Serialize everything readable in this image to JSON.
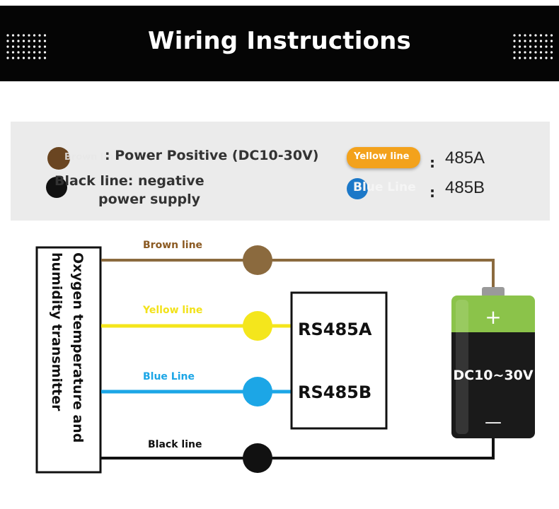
{
  "header": {
    "title": "Wiring Instructions"
  },
  "legend": {
    "brown_pill_text": "Brown lin",
    "brown_desc": ": Power Positive (DC10-30V)",
    "black_desc_line1": "Black line: negative",
    "black_desc_line2": "power supply",
    "yellow_pill": "Yellow line",
    "yellow_colon": ":",
    "yellow_value": "485A",
    "blue_pill": "Blue Line",
    "blue_colon": ":",
    "blue_value": "485B"
  },
  "diagram": {
    "transmitter_label_line1": "Oxygen temperature and",
    "transmitter_label_line2": "humidity transmitter",
    "wires": [
      {
        "label": "Brown line",
        "color": "#8b6a3e"
      },
      {
        "label": "Yellow line",
        "color": "#f4e61c"
      },
      {
        "label": "Blue Line",
        "color": "#1ca6e6"
      },
      {
        "label": "Black line",
        "color": "#111111"
      }
    ],
    "rs485a": "RS485A",
    "rs485b": "RS485B",
    "battery_plus": "+",
    "battery_label": "DC10~30V",
    "battery_minus": "—"
  },
  "colors": {
    "brown": "#8b6a3e",
    "yellow": "#f4e61c",
    "blue": "#1ca6e6",
    "black": "#111111",
    "orange_pill": "#f3a21c",
    "battery_green": "#8bc34a"
  }
}
